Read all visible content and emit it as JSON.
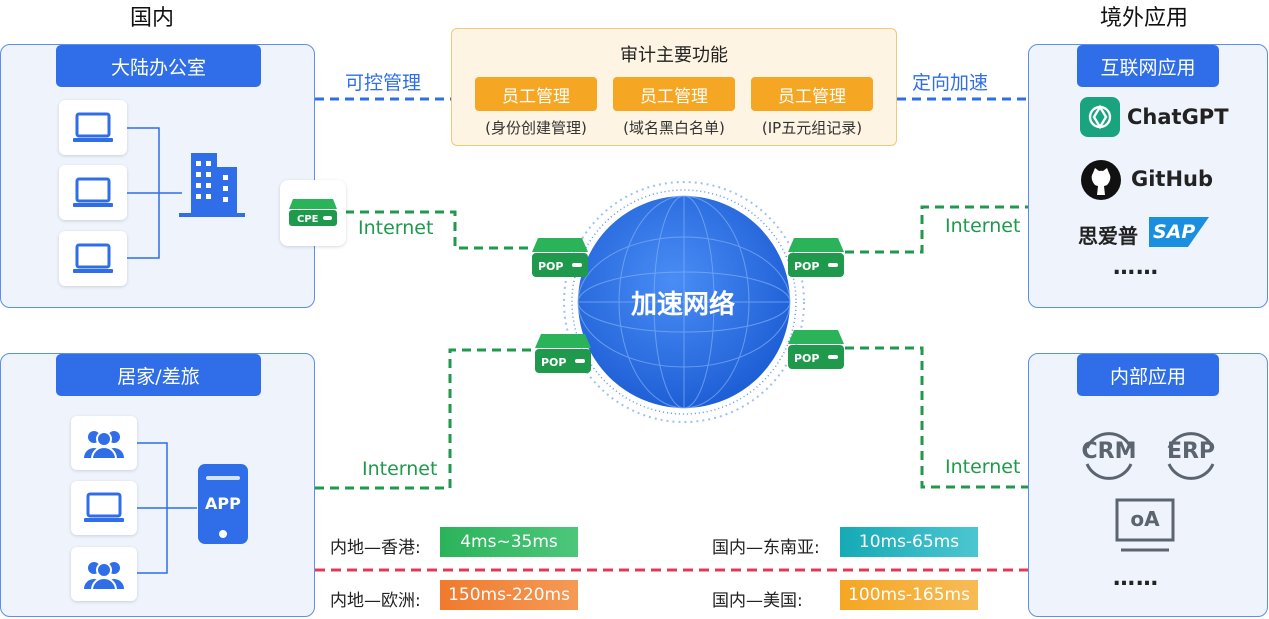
{
  "regions": {
    "domestic": "国内",
    "overseas": "境外应用"
  },
  "office": {
    "title": "大陆办公室"
  },
  "home": {
    "title": "居家/差旅",
    "app_label": "APP"
  },
  "internet_apps": {
    "title": "互联网应用",
    "items": [
      "ChatGPT",
      "GitHub",
      "思爱普",
      "SAP"
    ],
    "more": "……"
  },
  "internal_apps": {
    "title": "内部应用",
    "items": [
      "CRM",
      "ERP",
      "oA"
    ],
    "more": "……"
  },
  "links": {
    "controlled": "可控管理",
    "directed": "定向加速",
    "internet_label": "Internet"
  },
  "audit": {
    "title": "审计主要功能",
    "items": [
      {
        "label": "员工管理",
        "sub": "(身份创建管理)"
      },
      {
        "label": "员工管理",
        "sub": "(域名黑白名单)"
      },
      {
        "label": "员工管理",
        "sub": "(IP五元组记录)"
      }
    ]
  },
  "network": {
    "center": "加速网络",
    "pop": "POP",
    "cpe": "CPE"
  },
  "latency": [
    {
      "label": "内地—香港:",
      "value": "4ms~35ms",
      "color": "#2bb35a"
    },
    {
      "label": "国内—东南亚:",
      "value": "10ms-65ms",
      "color": "#1fb5c4"
    },
    {
      "label": "内地—欧洲:",
      "value": "150ms-220ms",
      "color": "#f07a2e"
    },
    {
      "label": "国内—美国:",
      "value": "100ms-165ms",
      "color": "#f5a623"
    }
  ]
}
